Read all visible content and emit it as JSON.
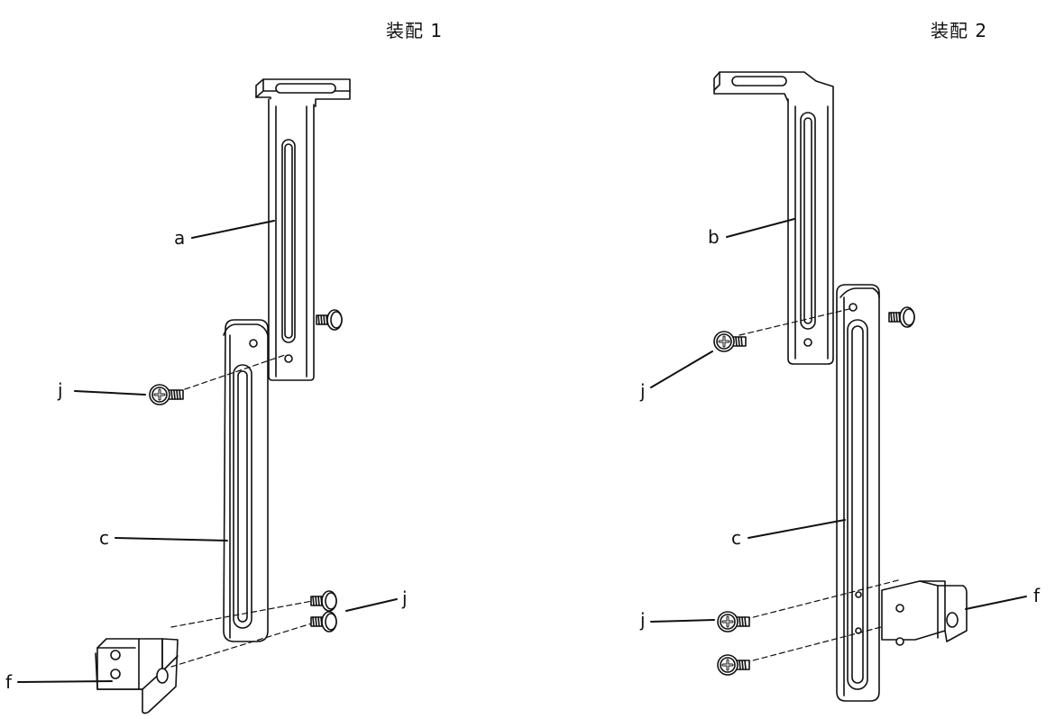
{
  "titles": {
    "assembly_1": "装配 1",
    "assembly_2": "装配 2"
  },
  "labels": {
    "a": "a",
    "b": "b",
    "c1": "c",
    "c2": "c",
    "f1": "f",
    "f2": "f",
    "j1": "j",
    "j2": "j",
    "j3": "j",
    "j4": "j"
  },
  "colors": {
    "ink": "#111111",
    "paper": "#ffffff",
    "shade": "#e6e6e6"
  }
}
